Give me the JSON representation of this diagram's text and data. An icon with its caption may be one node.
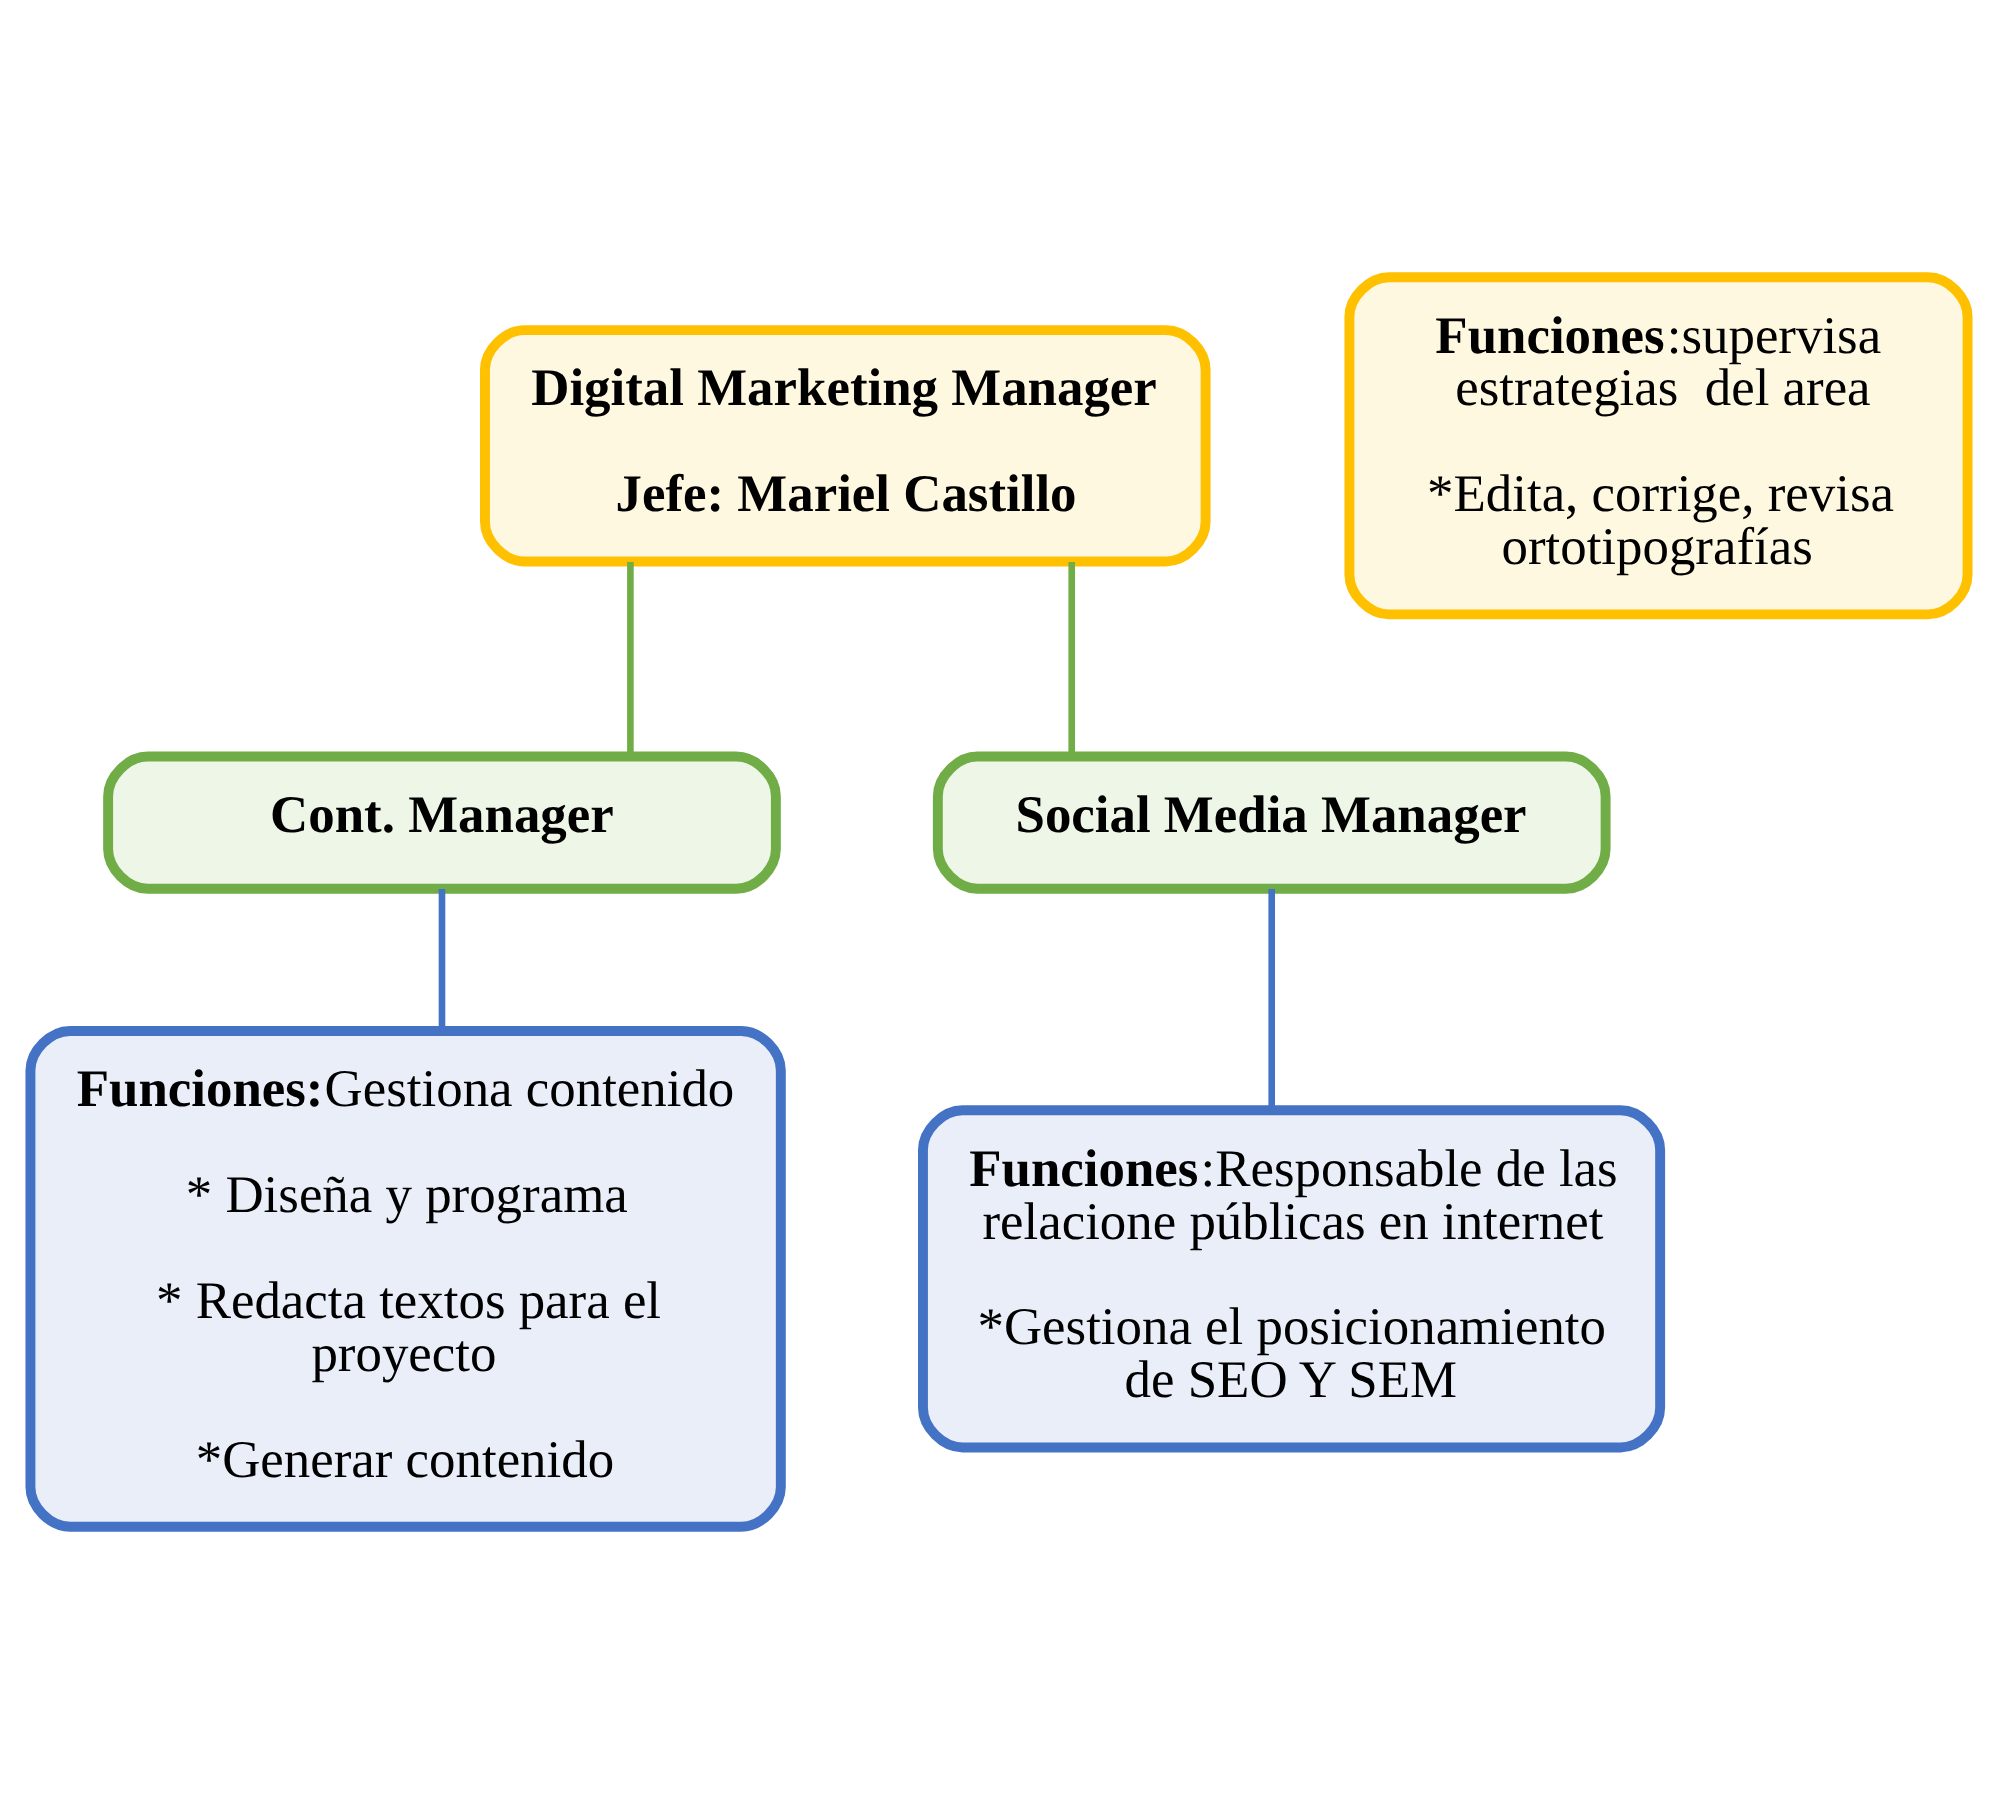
{
  "diagram": {
    "nodes": [
      {
        "text": [
          "Digital Marketing Manager",
          "Jefe: Mariel Castillo"
        ]
      },
      {
        "text": [
          "**Funciones**:supervisa estrategias  del area",
          "*Edita, corrige, revisa ortotipografías"
        ]
      },
      {
        "text": [
          "Cont. Manager"
        ]
      },
      {
        "text": [
          "Social Media Manager"
        ]
      },
      {
        "text": [
          "**Funciones:**Gestiona contenido",
          "* Diseña y programa",
          "* Redacta textos para el proyecto",
          "*Generar contenido"
        ]
      },
      {
        "text": [
          "**Funciones**:Responsable de las relacione públicas en internet",
          "*Gestiona el posicionamiento de SEO Y SEM"
        ]
      }
    ],
    "edges": [
      {
        "from": 0,
        "to": 2,
        "arrow": "none",
        "color": "#70ad47"
      },
      {
        "from": 0,
        "to": 3,
        "arrow": "none",
        "color": "#70ad47"
      },
      {
        "from": 2,
        "to": 4,
        "arrow": "none",
        "color": "#4472c4"
      },
      {
        "from": 3,
        "to": 5,
        "arrow": "none",
        "color": "#4472c4"
      }
    ]
  }
}
